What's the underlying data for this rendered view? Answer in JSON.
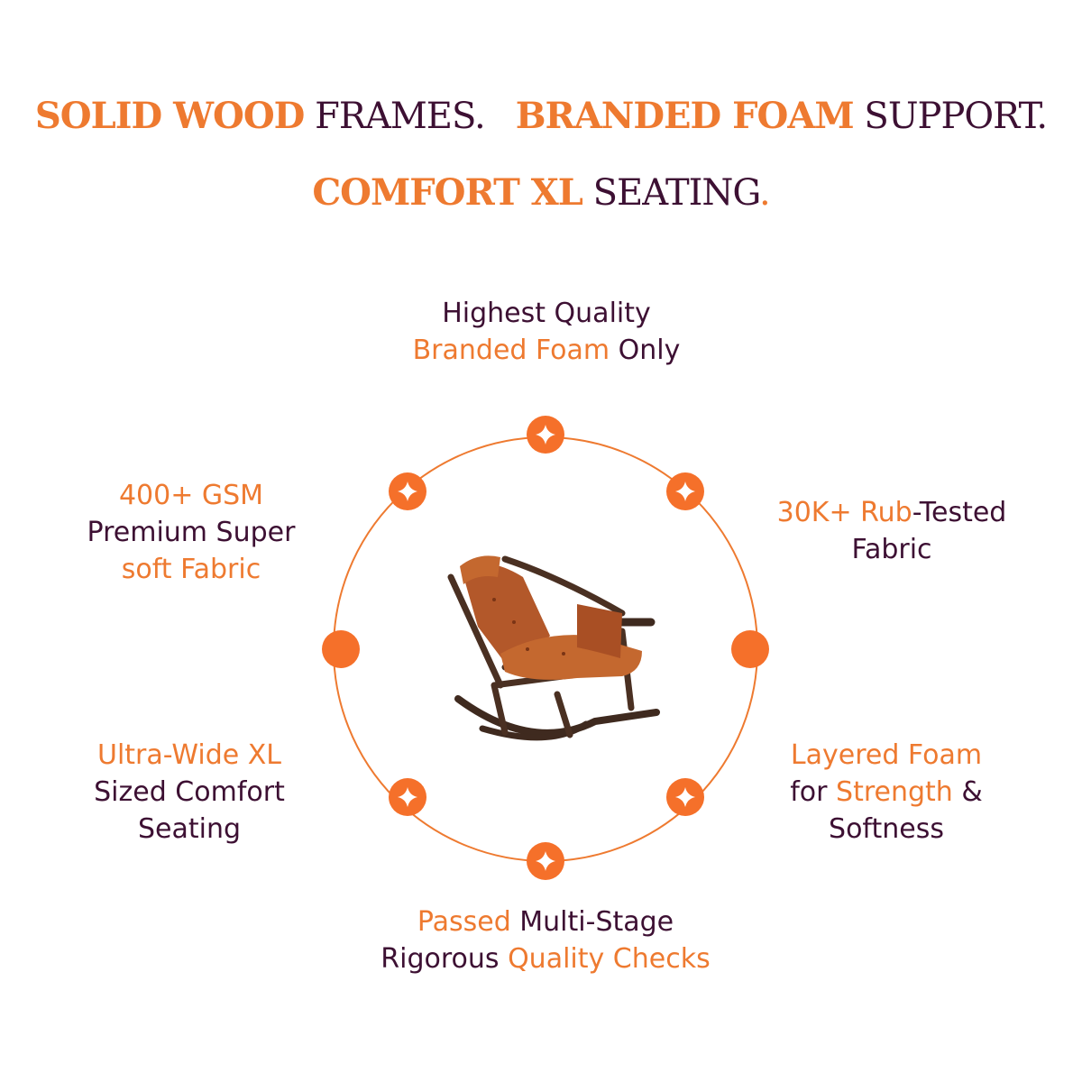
{
  "headline": {
    "line1": [
      {
        "text": "SOLID WOOD",
        "accent": true
      },
      {
        "text": " FRAMES.",
        "accent": false
      },
      {
        "text": "BRANDED FOAM",
        "accent": true
      },
      {
        "text": " SUPPORT.",
        "accent": false
      }
    ],
    "line2": [
      {
        "text": "COMFORT XL",
        "accent": true
      },
      {
        "text": " SEATING",
        "accent": false
      },
      {
        "text": ".",
        "accent": true
      }
    ]
  },
  "features": {
    "top": {
      "line1": "Highest Quality",
      "line2_accent": "Branded Foam",
      "line2_rest": " Only"
    },
    "left_top": {
      "line1": "400+ GSM",
      "line2": "Premium Super",
      "line3": "soft Fabric"
    },
    "right_top": {
      "line1_accent": "30K+ Rub",
      "line1_rest": "-Tested",
      "line2": "Fabric"
    },
    "left_bottom": {
      "line1": "Ultra-Wide XL",
      "line2": "Sized Comfort",
      "line3": "Seating"
    },
    "right_bottom": {
      "line1": "Layered Foam",
      "line2_pre": "for ",
      "line2_accent": "Strength",
      "line2_post": " &",
      "line3": "Softness"
    },
    "bottom": {
      "line1_accent": "Passed",
      "line1_rest": " Multi-Stage",
      "line2_pre": "Rigorous ",
      "line2_accent": "Quality Checks"
    }
  },
  "colors": {
    "accent": "#ee7a30",
    "text": "#3d1033",
    "background": "#ffffff"
  },
  "icons": {
    "ring_markers": "sparkle-icon",
    "product": "rocking-chair-image"
  }
}
